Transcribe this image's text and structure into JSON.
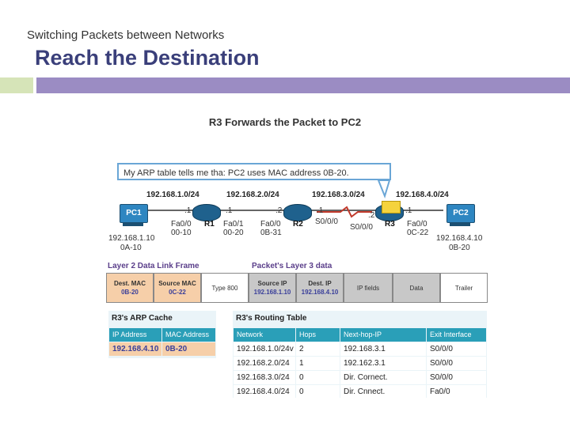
{
  "header": {
    "subtitle": "Switching Packets between Networks",
    "title": "Reach the Destination"
  },
  "figure": {
    "title": "R3 Forwards the Packet to PC2",
    "callout": "My ARP table tells me tha: PC2 uses MAC address 0B-20.",
    "networks": [
      "192.168.1.0/24",
      "192.168.2.0/24",
      "192.168.3.0/24",
      "192.168.4.0/24"
    ],
    "devices": {
      "pc1": {
        "name": "PC1",
        "ip": "192.168.1.10",
        "mac": "0A-10"
      },
      "pc2": {
        "name": "PC2",
        "ip": "192.168.4.10",
        "mac": "0B-20"
      },
      "r1": {
        "name": "R1",
        "host_left": ".1",
        "host_right": ".1",
        "if_left": "Fa0/0",
        "mac_left": "00-10",
        "if_right": "Fa0/1",
        "mac_right": "00-20"
      },
      "r2": {
        "name": "R2",
        "host_left": ".2",
        "host_right": ".1",
        "if_left": "Fa0/0",
        "mac_left": "0B-31",
        "if_right": "S0/0/0"
      },
      "r3": {
        "name": "R3",
        "host_left": ".2",
        "host_right": ".1",
        "if_left": "S0/0/0",
        "if_right": "Fa0/0",
        "mac_right": "0C-22"
      }
    },
    "frame": {
      "layer2_label": "Layer 2 Data Link Frame",
      "layer3_label": "Packet's Layer 3 data",
      "dest_mac_label": "Dest. MAC",
      "dest_mac_value": "0B-20",
      "src_mac_label": "Source MAC",
      "src_mac_value": "0C-22",
      "type": "Type 800",
      "src_ip_label": "Source IP",
      "src_ip_value": "192.168.1.10",
      "dst_ip_label": "Dest. IP",
      "dst_ip_value": "192.168.4.10",
      "ip_fields": "IP fields",
      "data": "Data",
      "trailer": "Trailer"
    },
    "arp_cache": {
      "title": "R3's ARP Cache",
      "headers": [
        "IP Address",
        "MAC Address"
      ],
      "rows": [
        [
          "192.168.4.10",
          "0B-20"
        ]
      ]
    },
    "routing_table": {
      "title": "R3's Routing Table",
      "headers": [
        "Network",
        "Hops",
        "Next-hop-IP",
        "Exit Interface"
      ],
      "rows": [
        [
          "192.168.1.0/24v",
          "2",
          "192.168.3.1",
          "S0/0/0"
        ],
        [
          "192.168.2.0/24",
          "1",
          "192.162.3.1",
          "S0/0/0"
        ],
        [
          "192.168.3.0/24",
          "0",
          "Dir. Cornect.",
          "S0/0/0"
        ],
        [
          "192.168.4.0/24",
          "0",
          "Dir. Cnnect.",
          "Fa0/0"
        ]
      ]
    }
  },
  "colors": {
    "title": "#3a3f7a",
    "accent_purple": "#9b8cc3",
    "accent_green": "#d6e4b8",
    "frame_peach": "#f6cfa9",
    "table_header": "#2a9fb8",
    "row_highlight": "#f6cfa9"
  }
}
